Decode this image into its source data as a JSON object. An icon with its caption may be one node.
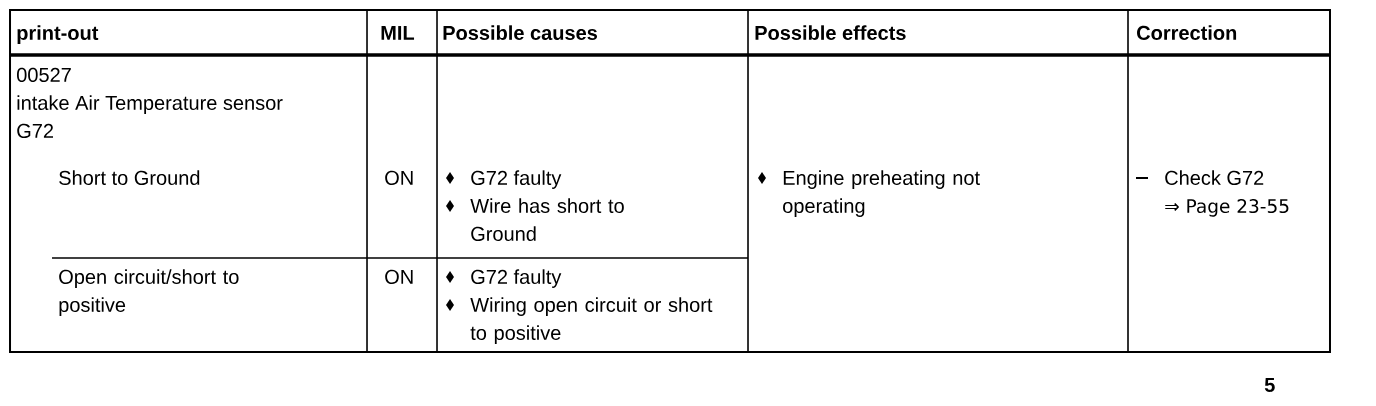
{
  "diagram": {
    "labels": [
      "print-out",
      "MIL",
      "Possible causes",
      "Possible effects",
      "Correction",
      "00527",
      "intake Air Temperature sensor",
      "G72",
      "Short to Ground",
      "ON",
      "G72 faulty",
      "Wire has short to Ground",
      "Engine preheating not operating",
      "Check G72",
      "⇒ Page 23-55",
      "Open circuit/short to positive",
      "ON",
      "G72 faulty",
      "Wiring open circuit or short to positive",
      "5"
    ]
  }
}
